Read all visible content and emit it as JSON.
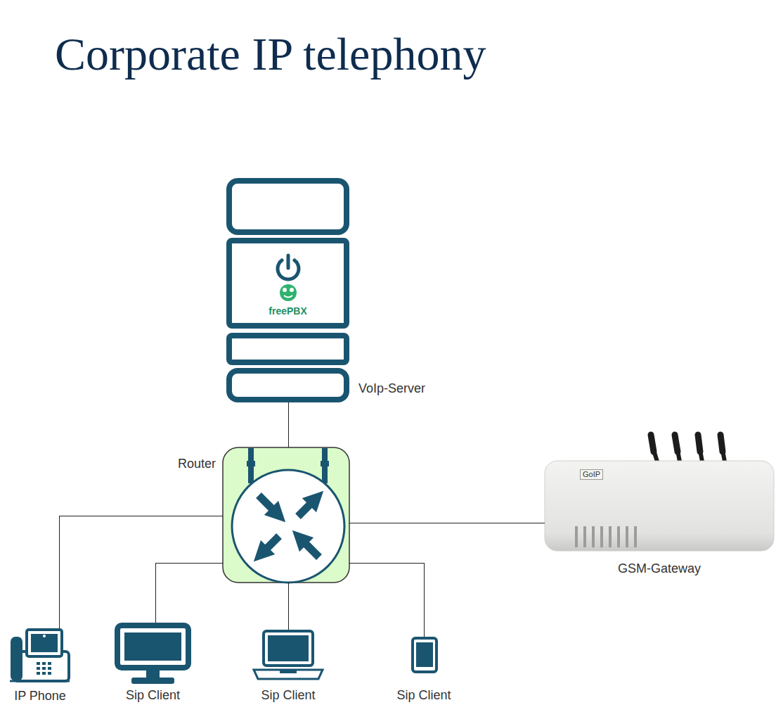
{
  "diagram": {
    "title": "Corporate IP telephony",
    "nodes": [
      {
        "text": [
          "freePBX",
          "VoIp-Server"
        ]
      },
      {
        "text": [
          "Router"
        ]
      },
      {
        "text": [
          "GoIP",
          "GSM-Gateway"
        ]
      },
      {
        "text": [
          "IP Phone"
        ]
      },
      {
        "text": [
          "Sip Client"
        ]
      },
      {
        "text": [
          "Sip Client"
        ]
      },
      {
        "text": [
          "Sip Client"
        ]
      }
    ],
    "edges": [
      {
        "from": 0,
        "to": 1,
        "arrow": "none"
      },
      {
        "from": 1,
        "to": 2,
        "arrow": "none"
      },
      {
        "from": 1,
        "to": 3,
        "arrow": "none"
      },
      {
        "from": 1,
        "to": 4,
        "arrow": "none"
      },
      {
        "from": 1,
        "to": 5,
        "arrow": "none"
      },
      {
        "from": 1,
        "to": 6,
        "arrow": "none"
      }
    ]
  }
}
